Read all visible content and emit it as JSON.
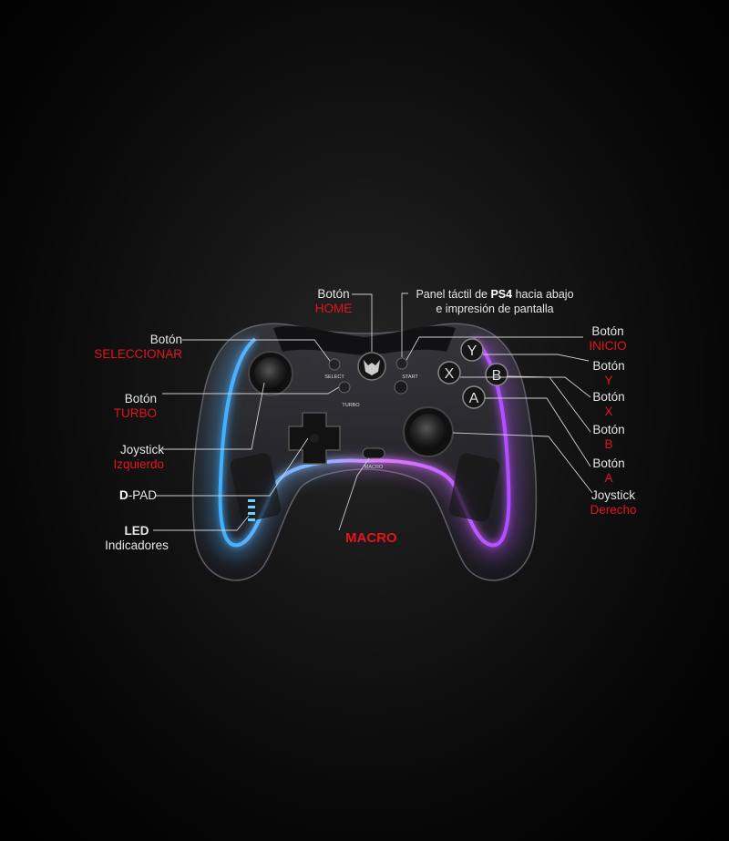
{
  "labels": {
    "home": {
      "top": "Botón",
      "bottom": "HOME"
    },
    "ps4": {
      "line1_pre": "Panel táctil de ",
      "line1_bold": "PS4",
      "line1_post": " hacia abajo",
      "line2": "e impresión de pantalla"
    },
    "select": {
      "top": "Botón",
      "bottom": "SELECCIONAR"
    },
    "turbo": {
      "top": "Botón",
      "bottom": "TURBO"
    },
    "ljoy": {
      "top": "Joystick",
      "bottom": "Izquierdo"
    },
    "dpad": {
      "bold": "D",
      "rest": "-PAD"
    },
    "led": {
      "top": "LED",
      "bottom": "Indicadores"
    },
    "macro": "MACRO",
    "start": {
      "top": "Botón",
      "bottom": "INICIO"
    },
    "y": {
      "top": "Botón",
      "bottom": "Y"
    },
    "x": {
      "top": "Botón",
      "bottom": "X"
    },
    "b": {
      "top": "Botón",
      "bottom": "B"
    },
    "a": {
      "top": "Botón",
      "bottom": "A"
    },
    "rjoy": {
      "top": "Joystick",
      "bottom": "Derecho"
    }
  },
  "controller": {
    "select": "SELECT",
    "start": "START",
    "turbo": "TURBO",
    "macro": "MACRO",
    "face": {
      "y": "Y",
      "x": "X",
      "b": "B",
      "a": "A"
    }
  },
  "colors": {
    "accent_red": "#e3151a",
    "glow_blue": "#4fb3ff",
    "glow_pink": "#d36bff",
    "glow_purple": "#a34dff"
  }
}
